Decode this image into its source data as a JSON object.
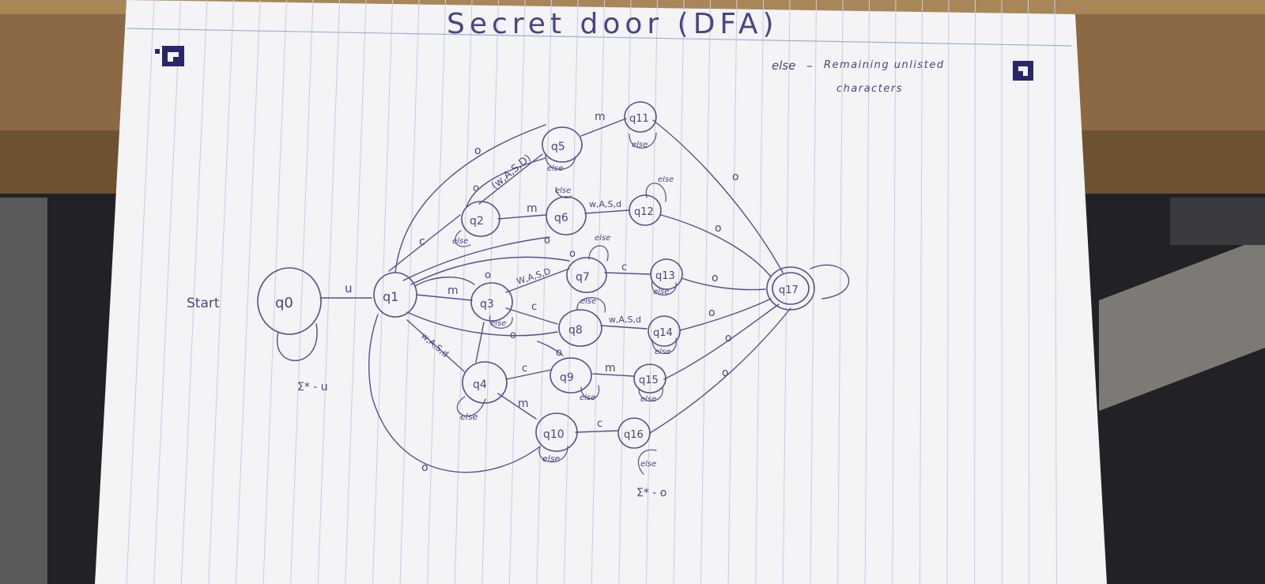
{
  "title": "Secret door (DFA)",
  "note": {
    "keyword": "else",
    "dash": "–",
    "line1": "Remaining unlisted",
    "line2": "characters"
  },
  "start_label": "Start",
  "states": {
    "q0": "q0",
    "q1": "q1",
    "q2": "q2",
    "q3": "q3",
    "q4": "q4",
    "q5": "q5",
    "q6": "q6",
    "q7": "q7",
    "q8": "q8",
    "q9": "q9",
    "q10": "q10",
    "q11": "q11",
    "q12": "q12",
    "q13": "q13",
    "q14": "q14",
    "q15": "q15",
    "q16": "q16",
    "q17": "q17"
  },
  "labels": {
    "u": "u",
    "sigma_minus_u": "Σ* - u",
    "sigma_minus_o": "Σ* - o",
    "c": "c",
    "m": "m",
    "o": "o",
    "wasd_paren": "(w,A,S,D)",
    "wasd_lower": "w,A,S,d",
    "wasd_upper": "(W,A,S,D)",
    "wasd_mix": "w,A,S,d",
    "wasd_caps": "W,A,S,D",
    "else": "else"
  },
  "colors": {
    "paper": "#f4f3f5",
    "rule": "#bcc6dc",
    "ink": "#4a4585",
    "desk": "#8c6a45"
  },
  "icons": [
    "logo-square-icon",
    "corner-square-icon"
  ]
}
